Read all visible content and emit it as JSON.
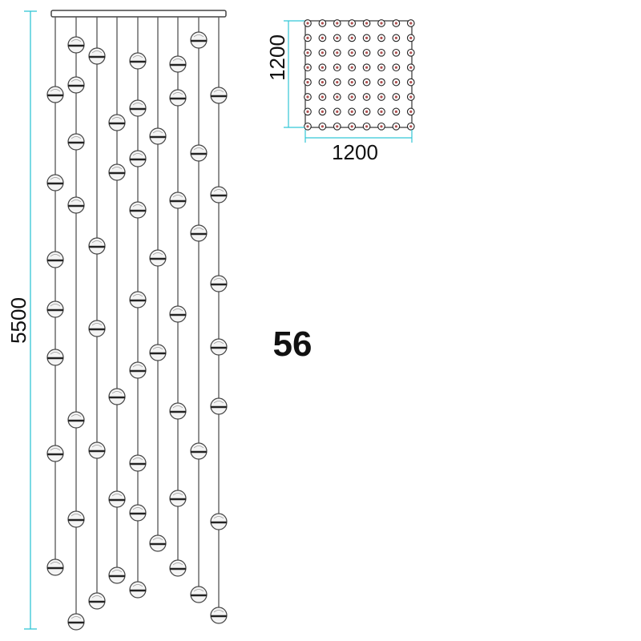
{
  "drawing": {
    "height_label": "5500",
    "plan_height_label": "1200",
    "plan_width_label": "1200",
    "light_count": "56",
    "dimension_color": "#33c6d6",
    "wire_color": "#555555",
    "ball_color": "#444444",
    "plan_dot_color": "#b05050"
  }
}
